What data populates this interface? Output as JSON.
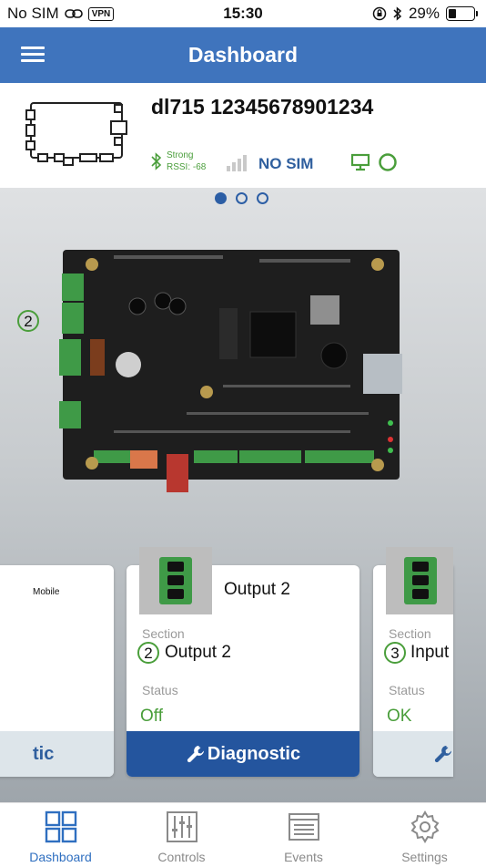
{
  "status_bar": {
    "carrier": "No SIM",
    "vpn": "VPN",
    "time": "15:30",
    "battery": "29%",
    "battery_level": 0.29
  },
  "header": {
    "title": "Dashboard"
  },
  "device": {
    "title": "dl715 12345678901234",
    "bluetooth_strength": "Strong",
    "rssi": "RSSI: -68",
    "sim_status": "NO SIM",
    "colors": {
      "green": "#4a9e3b",
      "blue": "#2f5f9e"
    }
  },
  "carousel": {
    "pages": 3,
    "active": 0
  },
  "board": {
    "badge": "2"
  },
  "cards": {
    "left": {
      "partial_title": "Mobile",
      "footer": "tic"
    },
    "center": {
      "title": "Output 2",
      "section_label": "Section",
      "section_num": "2",
      "section_value": "Output 2",
      "status_label": "Status",
      "status_value": "Off",
      "action": "Diagnostic"
    },
    "right": {
      "section_label": "Section",
      "section_num": "3",
      "section_value": "Input",
      "status_label": "Status",
      "status_value": "OK"
    }
  },
  "tabs": [
    {
      "label": "Dashboard",
      "icon": "grid-icon",
      "active": true
    },
    {
      "label": "Controls",
      "icon": "sliders-icon",
      "active": false
    },
    {
      "label": "Events",
      "icon": "list-window-icon",
      "active": false
    },
    {
      "label": "Settings",
      "icon": "gear-icon",
      "active": false
    }
  ]
}
